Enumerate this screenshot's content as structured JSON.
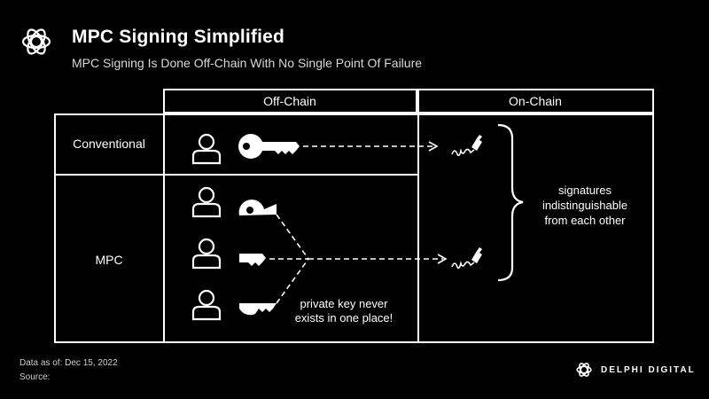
{
  "header": {
    "title": "MPC Signing Simplified",
    "subtitle": "MPC Signing Is Done Off-Chain With No Single Point Of Failure"
  },
  "diagram": {
    "col_headers": [
      "Off-Chain",
      "On-Chain"
    ],
    "row_labels": [
      "Conventional",
      "MPC"
    ],
    "brace_label": [
      "signatures",
      "indistinguishable",
      "from each other"
    ],
    "note": [
      "private key never",
      "exists in one place!"
    ]
  },
  "footer": {
    "date": "Data as of: Dec 15, 2022",
    "source": "Source:",
    "brand": "DELPHI DIGITAL"
  }
}
